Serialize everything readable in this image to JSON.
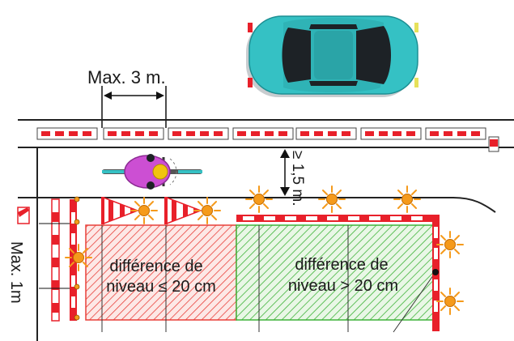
{
  "labels": {
    "max_3m": "Max. 3 m.",
    "min_clearance": "≥ 1,5 m.",
    "max_1m": "Max. 1m",
    "red_zone_line1": "différence de",
    "red_zone_line2": "niveau ≤ 20 cm",
    "green_zone_line1": "différence de",
    "green_zone_line2": "niveau > 20 cm"
  },
  "colors": {
    "barrier_red": "#e8202a",
    "hatch_red": "#e8403a",
    "hatch_green": "#3fb33a",
    "zone_red_fill": "#fde8e6",
    "zone_green_fill": "#e9f7e6",
    "lamp_orange": "#f59a1b",
    "car_teal": "#35c1c4",
    "cyclist_purple": "#cc4fd3"
  },
  "icons": {
    "car": "car-icon",
    "cyclist": "cyclist-icon",
    "cone": "traffic-cone-icon",
    "lamp": "warning-lamp-icon"
  }
}
